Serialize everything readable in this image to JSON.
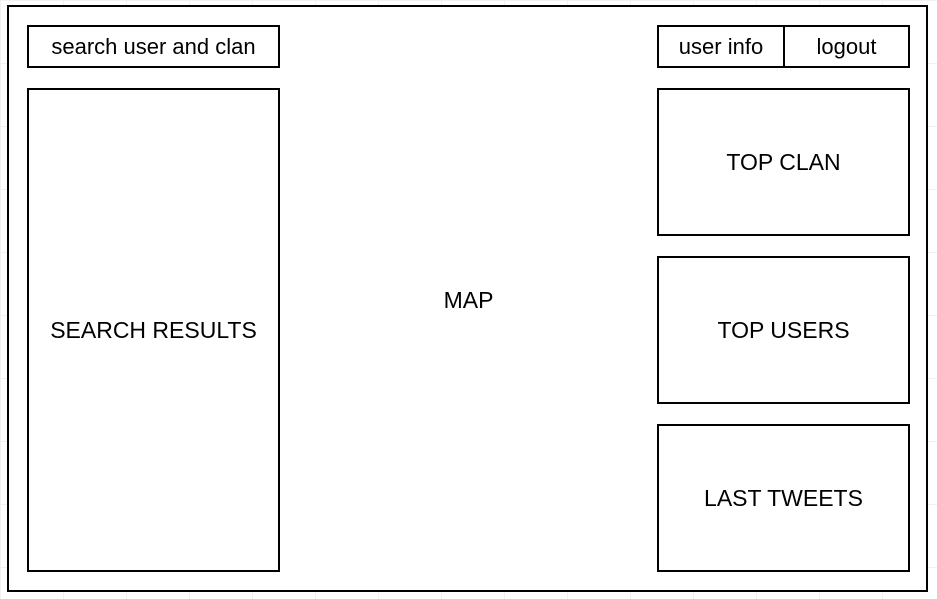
{
  "header": {
    "search": {
      "label": "search user and clan"
    },
    "user_info_label": "user info",
    "logout_label": "logout"
  },
  "panels": {
    "search_results": "SEARCH RESULTS",
    "map": "MAP",
    "top_clan": "TOP CLAN",
    "top_users": "TOP USERS",
    "last_tweets": "LAST TWEETS"
  }
}
